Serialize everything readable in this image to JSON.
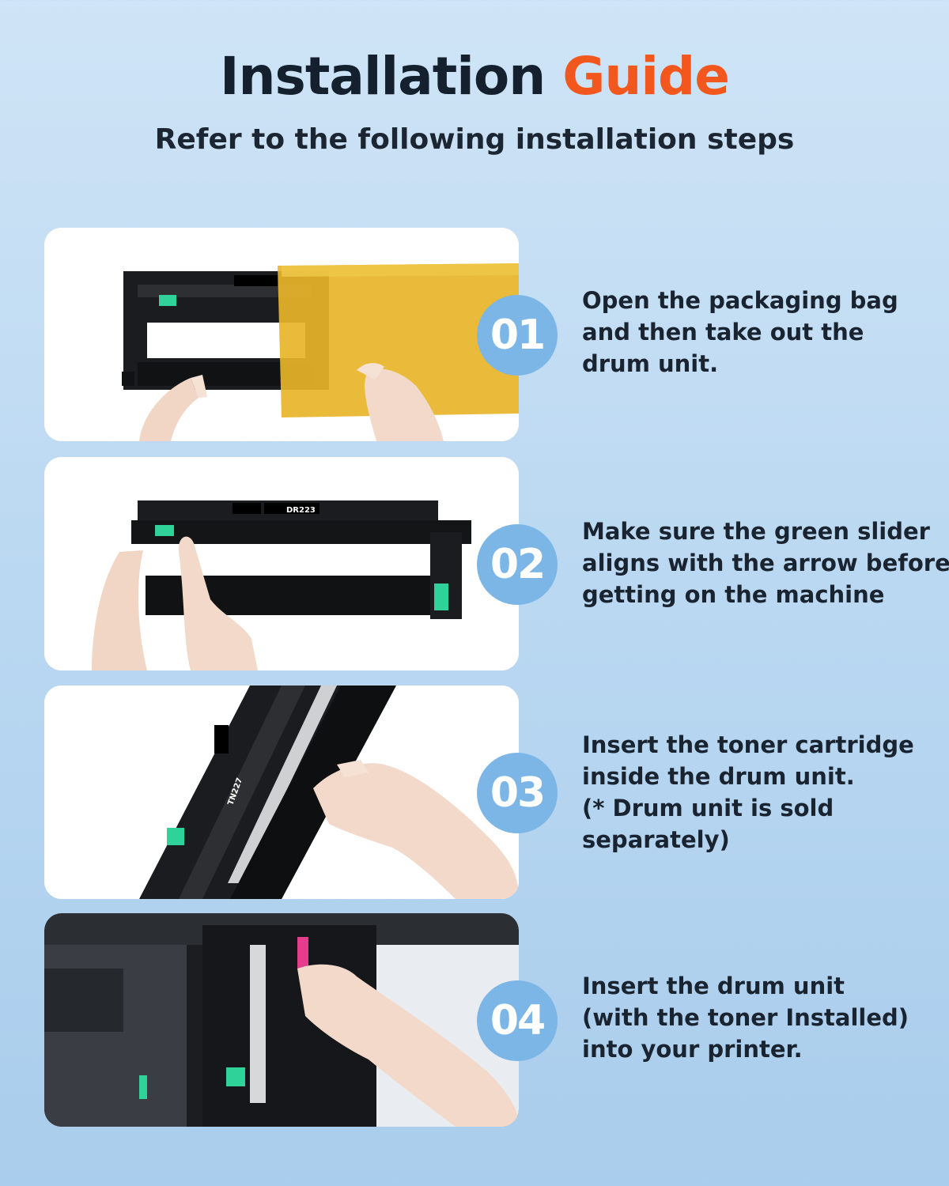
{
  "header": {
    "title_main": "Installation",
    "title_accent": "Guide",
    "subtitle": "Refer to the following installation steps"
  },
  "colors": {
    "accent": "#f2581d",
    "badge": "#7cb6e6",
    "heading": "#14202e",
    "slider_green": "#2fd39a",
    "bag_yellow": "#e8b52a"
  },
  "steps": [
    {
      "number": "01",
      "lines": [
        "Open the packaging bag",
        "and then take out the",
        "drum unit."
      ],
      "photo": "drum-unit-packaging-photo"
    },
    {
      "number": "02",
      "lines": [
        "Make sure the green slider",
        "aligns with the arrow before",
        "getting on the machine"
      ],
      "photo": "green-slider-photo",
      "label": "DR223"
    },
    {
      "number": "03",
      "lines": [
        "Insert the toner cartridge",
        "inside the drum unit.",
        "(* Drum unit is sold",
        "separately)"
      ],
      "photo": "toner-insert-photo",
      "label": "TN227"
    },
    {
      "number": "04",
      "lines": [
        "Insert the drum unit",
        "(with the toner Installed)",
        "into your printer."
      ],
      "photo": "printer-insert-photo"
    }
  ]
}
